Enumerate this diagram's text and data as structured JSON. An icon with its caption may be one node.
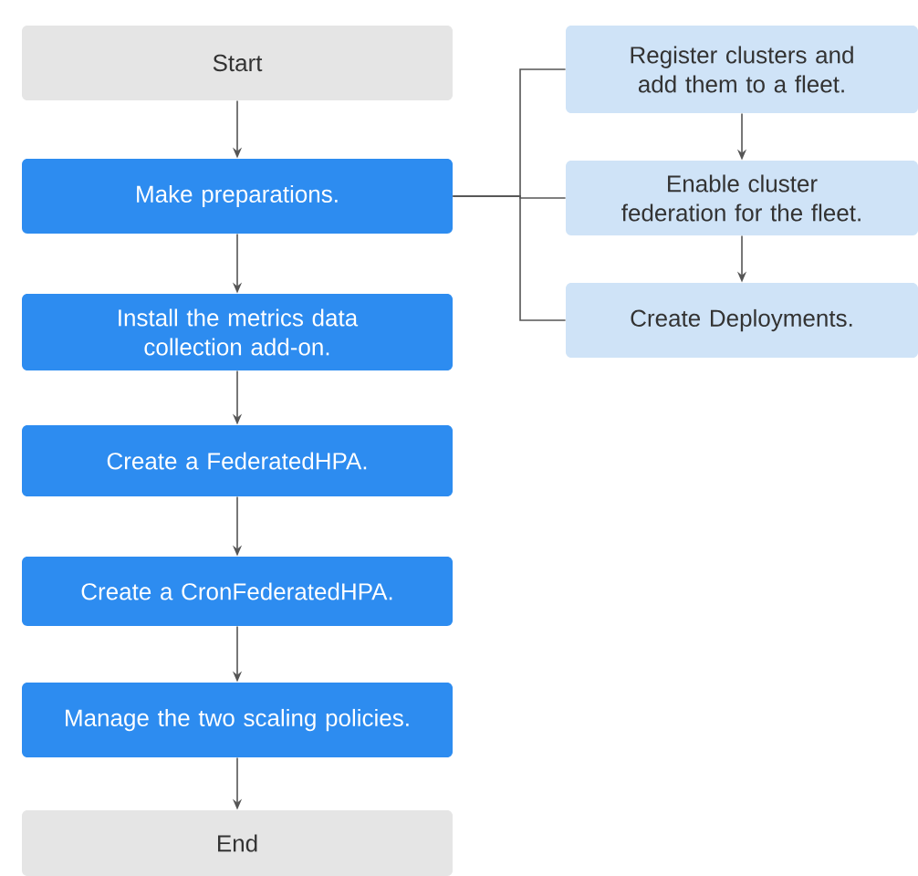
{
  "diagram": {
    "nodes": [
      {
        "text": [
          "Start"
        ]
      },
      {
        "text": [
          "Make preparations."
        ]
      },
      {
        "text": [
          "Install the metrics data collection add-on."
        ]
      },
      {
        "text": [
          "Create a FederatedHPA."
        ]
      },
      {
        "text": [
          "Create a CronFederatedHPA."
        ]
      },
      {
        "text": [
          "Manage the two scaling policies."
        ]
      },
      {
        "text": [
          "End"
        ]
      },
      {
        "text": [
          "Register clusters and add them to a fleet."
        ]
      },
      {
        "text": [
          "Enable cluster federation for the fleet."
        ]
      },
      {
        "text": [
          "Create Deployments."
        ]
      }
    ],
    "edges": [
      {
        "from": 0,
        "to": 1,
        "arrow": "to"
      },
      {
        "from": 1,
        "to": 2,
        "arrow": "to"
      },
      {
        "from": 2,
        "to": 3,
        "arrow": "to"
      },
      {
        "from": 3,
        "to": 4,
        "arrow": "to"
      },
      {
        "from": 4,
        "to": 5,
        "arrow": "to"
      },
      {
        "from": 5,
        "to": 6,
        "arrow": "to"
      },
      {
        "from": 1,
        "to": 7,
        "arrow": "none"
      },
      {
        "from": 1,
        "to": 8,
        "arrow": "none"
      },
      {
        "from": 1,
        "to": 9,
        "arrow": "none"
      },
      {
        "from": 7,
        "to": 8,
        "arrow": "to"
      },
      {
        "from": 8,
        "to": 9,
        "arrow": "to"
      }
    ]
  }
}
